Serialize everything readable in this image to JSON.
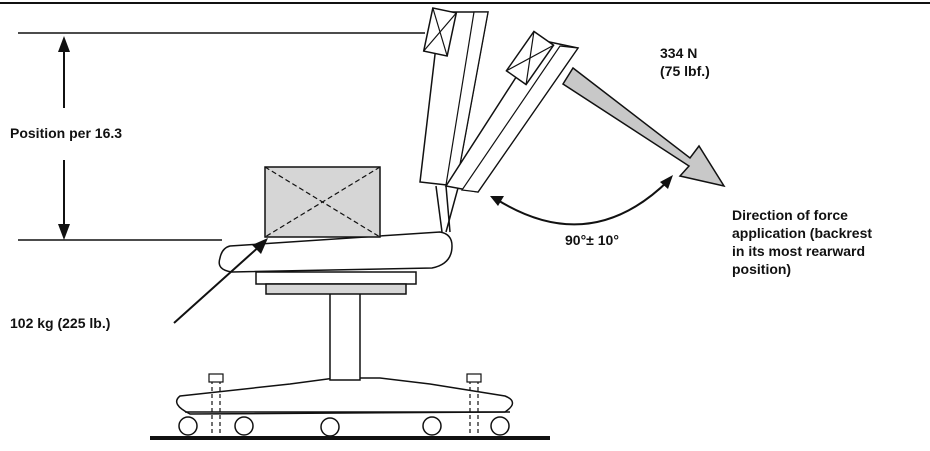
{
  "labels": {
    "position": "Position per 16.3",
    "force_value": "334 N",
    "force_value_imperial": "(75 lbf.)",
    "angle": "90°± 10°",
    "load": "102 kg (225 lb.)",
    "direction_lines": [
      "Direction of force",
      "application (backrest",
      "in its most rearward",
      "position)"
    ]
  },
  "colors": {
    "line": "#111111",
    "fill_gray": "#d6d6d6",
    "arrow_fill": "#c8c8c8",
    "background": "#ffffff"
  }
}
